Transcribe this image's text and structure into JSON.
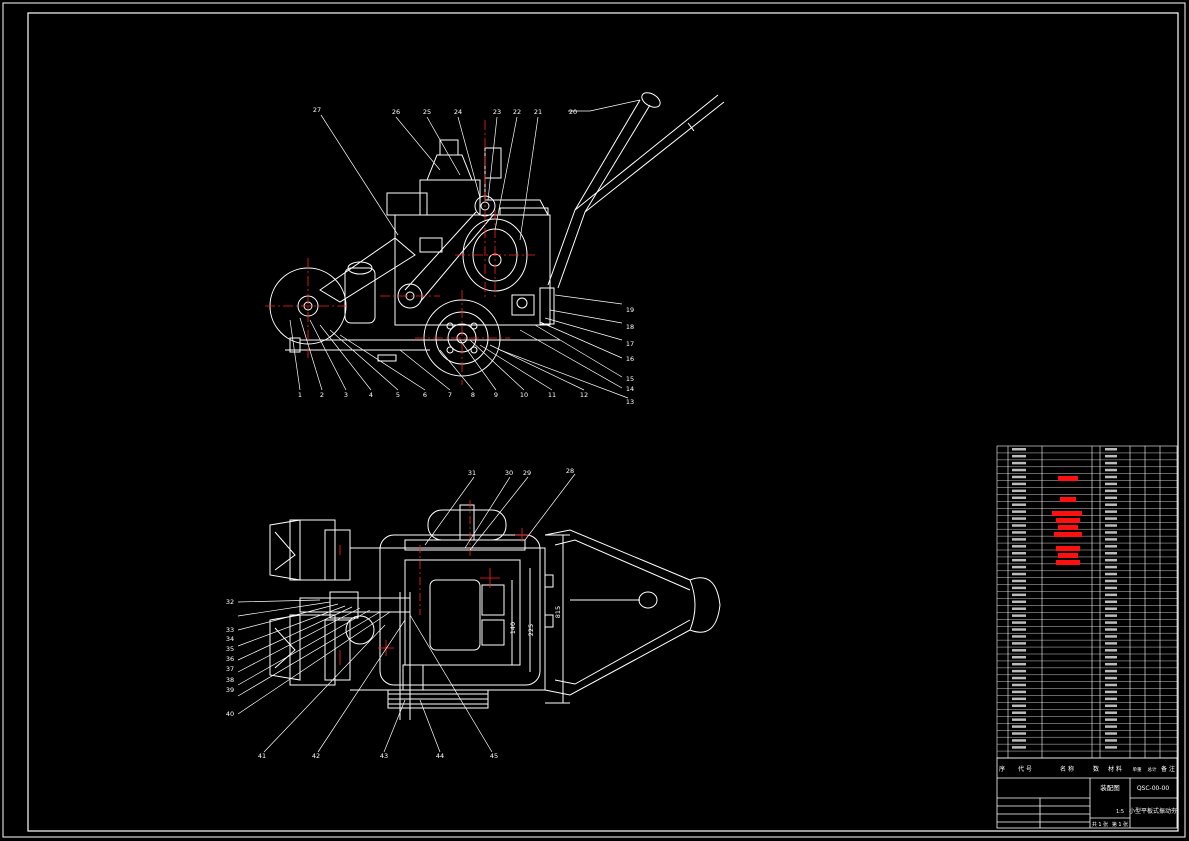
{
  "colors": {
    "background": "#000000",
    "line": "#ffffff",
    "centerline": "#ff2020",
    "highlight": "#ff1010"
  },
  "front_view": {
    "labels_top": [
      "27",
      "26",
      "25",
      "24",
      "23",
      "22",
      "21",
      "20"
    ],
    "labels_bottom": [
      "1",
      "2",
      "3",
      "4",
      "5",
      "6",
      "7",
      "8",
      "9",
      "10",
      "11",
      "12",
      "13"
    ],
    "labels_right": [
      "19",
      "18",
      "17",
      "16",
      "15",
      "14"
    ]
  },
  "top_view": {
    "labels_top": [
      "31",
      "30",
      "29",
      "28"
    ],
    "labels_left": [
      "32",
      "33",
      "34",
      "35",
      "36",
      "37",
      "38",
      "39",
      "40"
    ],
    "labels_bottom": [
      "41",
      "42",
      "43",
      "44",
      "45"
    ],
    "dim_140": "140",
    "dim_225": "225",
    "dim_815": "815"
  },
  "title_block": {
    "header_cols": [
      "序",
      "代 号",
      "名 称",
      "数",
      "材 料",
      "单重",
      "总计",
      "备 注"
    ],
    "drawing_number": "QSC-00-00",
    "drawing_title": "小型平板式振动夯",
    "assembly_label": "装配图",
    "sheet_info": "共 1 张",
    "sheet_no": "第 1 张",
    "scale": "1:5"
  }
}
